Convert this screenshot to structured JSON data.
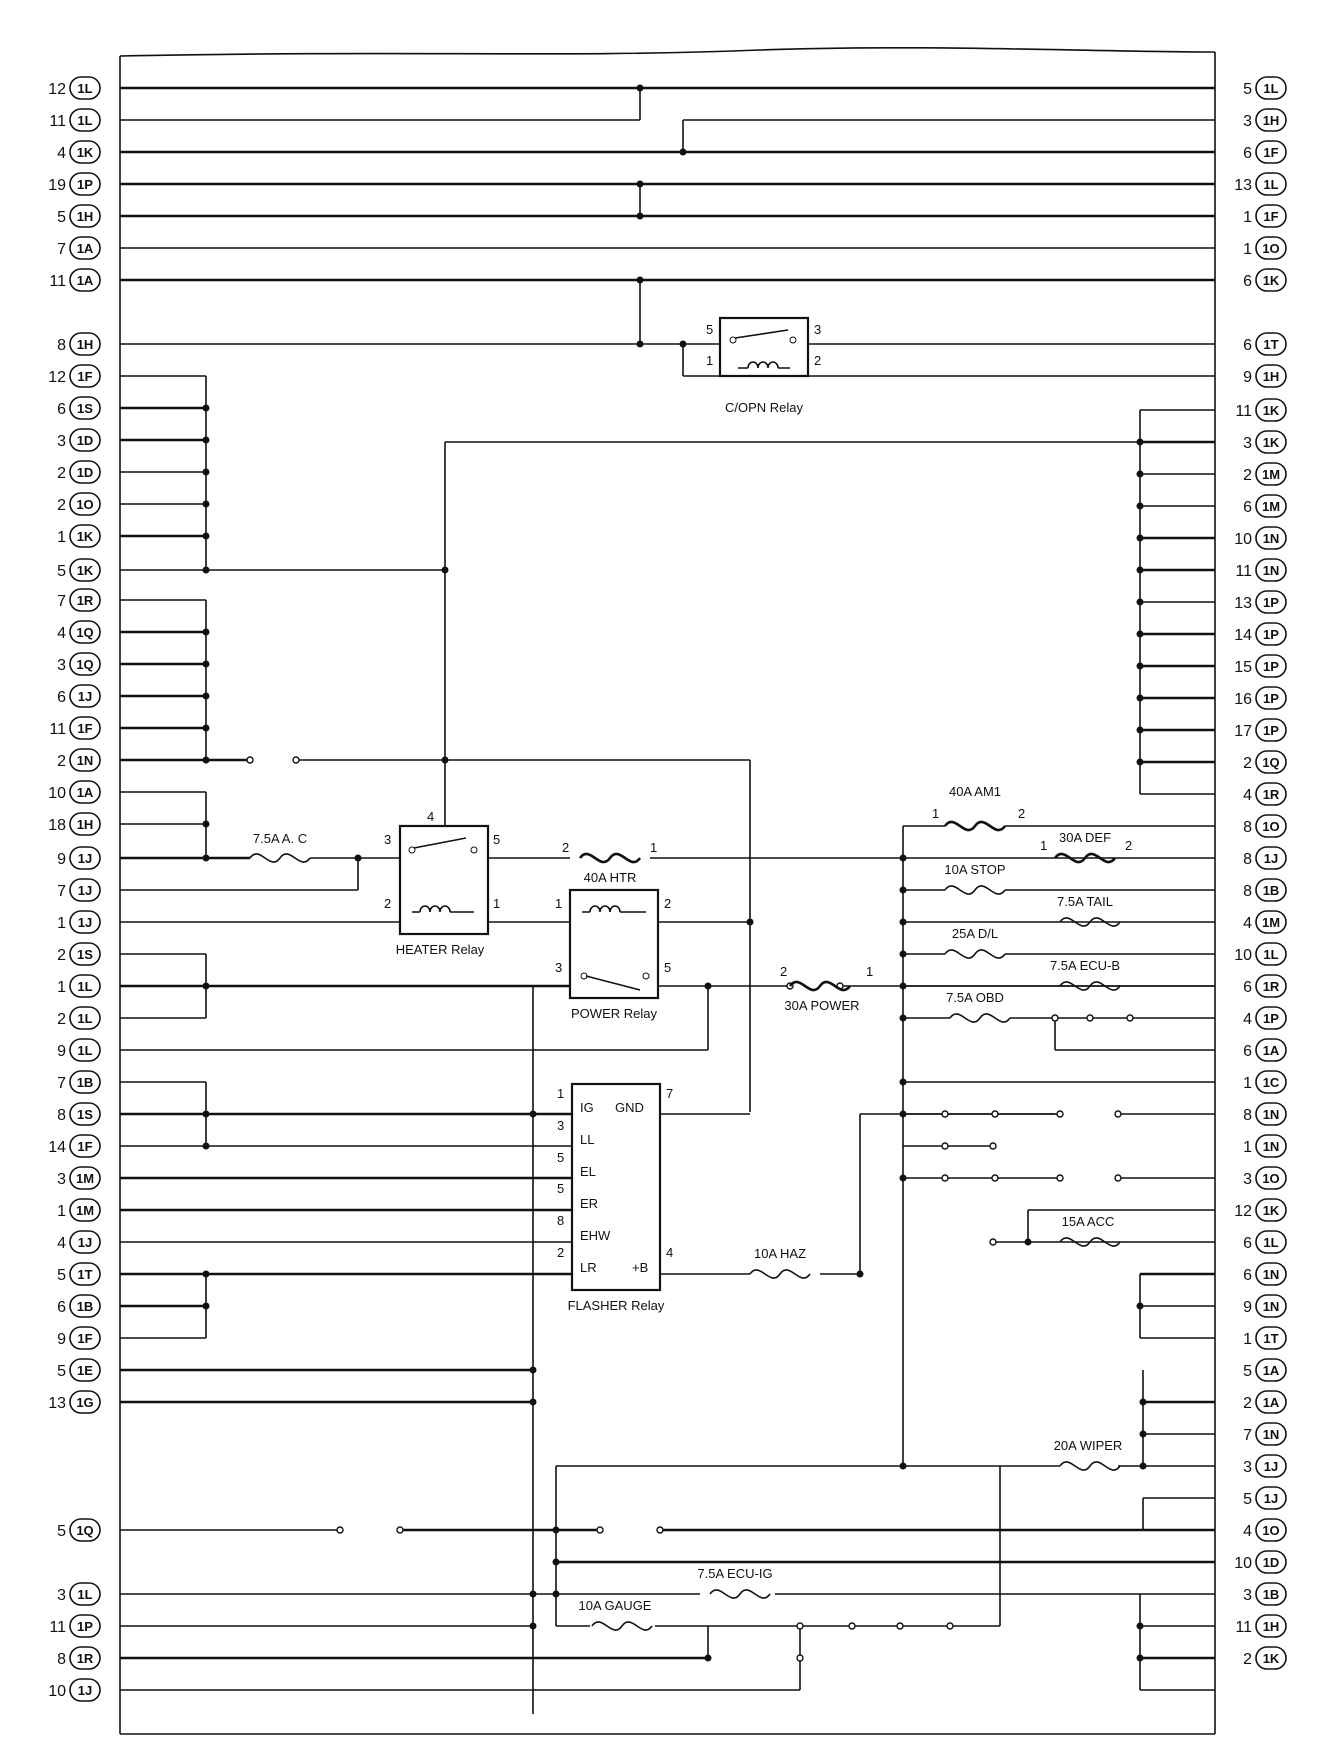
{
  "left_connectors": [
    {
      "pin": "12",
      "id": "1L"
    },
    {
      "pin": "11",
      "id": "1L"
    },
    {
      "pin": "4",
      "id": "1K"
    },
    {
      "pin": "19",
      "id": "1P"
    },
    {
      "pin": "5",
      "id": "1H"
    },
    {
      "pin": "7",
      "id": "1A"
    },
    {
      "pin": "11",
      "id": "1A"
    },
    {
      "pin": "8",
      "id": "1H"
    },
    {
      "pin": "12",
      "id": "1F"
    },
    {
      "pin": "6",
      "id": "1S"
    },
    {
      "pin": "3",
      "id": "1D"
    },
    {
      "pin": "2",
      "id": "1D"
    },
    {
      "pin": "2",
      "id": "1O"
    },
    {
      "pin": "1",
      "id": "1K"
    },
    {
      "pin": "5",
      "id": "1K"
    },
    {
      "pin": "7",
      "id": "1R"
    },
    {
      "pin": "4",
      "id": "1Q"
    },
    {
      "pin": "3",
      "id": "1Q"
    },
    {
      "pin": "6",
      "id": "1J"
    },
    {
      "pin": "11",
      "id": "1F"
    },
    {
      "pin": "2",
      "id": "1N"
    },
    {
      "pin": "10",
      "id": "1A"
    },
    {
      "pin": "18",
      "id": "1H"
    },
    {
      "pin": "9",
      "id": "1J"
    },
    {
      "pin": "7",
      "id": "1J"
    },
    {
      "pin": "1",
      "id": "1J"
    },
    {
      "pin": "2",
      "id": "1S"
    },
    {
      "pin": "1",
      "id": "1L"
    },
    {
      "pin": "2",
      "id": "1L"
    },
    {
      "pin": "9",
      "id": "1L"
    },
    {
      "pin": "7",
      "id": "1B"
    },
    {
      "pin": "8",
      "id": "1S"
    },
    {
      "pin": "14",
      "id": "1F"
    },
    {
      "pin": "3",
      "id": "1M"
    },
    {
      "pin": "1",
      "id": "1M"
    },
    {
      "pin": "4",
      "id": "1J"
    },
    {
      "pin": "5",
      "id": "1T"
    },
    {
      "pin": "6",
      "id": "1B"
    },
    {
      "pin": "9",
      "id": "1F"
    },
    {
      "pin": "5",
      "id": "1E"
    },
    {
      "pin": "13",
      "id": "1G"
    },
    {
      "pin": "5",
      "id": "1Q"
    },
    {
      "pin": "3",
      "id": "1L"
    },
    {
      "pin": "11",
      "id": "1P"
    },
    {
      "pin": "8",
      "id": "1R"
    },
    {
      "pin": "10",
      "id": "1J"
    }
  ],
  "right_connectors": [
    {
      "pin": "5",
      "id": "1L"
    },
    {
      "pin": "3",
      "id": "1H"
    },
    {
      "pin": "6",
      "id": "1F"
    },
    {
      "pin": "13",
      "id": "1L"
    },
    {
      "pin": "1",
      "id": "1F"
    },
    {
      "pin": "1",
      "id": "1O"
    },
    {
      "pin": "6",
      "id": "1K"
    },
    {
      "pin": "6",
      "id": "1T"
    },
    {
      "pin": "9",
      "id": "1H"
    },
    {
      "pin": "11",
      "id": "1K"
    },
    {
      "pin": "3",
      "id": "1K"
    },
    {
      "pin": "2",
      "id": "1M"
    },
    {
      "pin": "6",
      "id": "1M"
    },
    {
      "pin": "10",
      "id": "1N"
    },
    {
      "pin": "11",
      "id": "1N"
    },
    {
      "pin": "13",
      "id": "1P"
    },
    {
      "pin": "14",
      "id": "1P"
    },
    {
      "pin": "15",
      "id": "1P"
    },
    {
      "pin": "16",
      "id": "1P"
    },
    {
      "pin": "17",
      "id": "1P"
    },
    {
      "pin": "2",
      "id": "1Q"
    },
    {
      "pin": "4",
      "id": "1R"
    },
    {
      "pin": "8",
      "id": "1O"
    },
    {
      "pin": "8",
      "id": "1J"
    },
    {
      "pin": "8",
      "id": "1B"
    },
    {
      "pin": "4",
      "id": "1M"
    },
    {
      "pin": "10",
      "id": "1L"
    },
    {
      "pin": "6",
      "id": "1R"
    },
    {
      "pin": "4",
      "id": "1P"
    },
    {
      "pin": "6",
      "id": "1A"
    },
    {
      "pin": "1",
      "id": "1C"
    },
    {
      "pin": "8",
      "id": "1N"
    },
    {
      "pin": "1",
      "id": "1N"
    },
    {
      "pin": "3",
      "id": "1O"
    },
    {
      "pin": "12",
      "id": "1K"
    },
    {
      "pin": "6",
      "id": "1L"
    },
    {
      "pin": "6",
      "id": "1N"
    },
    {
      "pin": "9",
      "id": "1N"
    },
    {
      "pin": "1",
      "id": "1T"
    },
    {
      "pin": "5",
      "id": "1A"
    },
    {
      "pin": "2",
      "id": "1A"
    },
    {
      "pin": "7",
      "id": "1N"
    },
    {
      "pin": "3",
      "id": "1J"
    },
    {
      "pin": "5",
      "id": "1J"
    },
    {
      "pin": "4",
      "id": "1O"
    },
    {
      "pin": "10",
      "id": "1D"
    },
    {
      "pin": "3",
      "id": "1B"
    },
    {
      "pin": "11",
      "id": "1H"
    },
    {
      "pin": "2",
      "id": "1K"
    }
  ],
  "relays": {
    "copn": {
      "name": "C/OPN Relay",
      "pins": [
        "5",
        "3",
        "1",
        "2"
      ]
    },
    "heater": {
      "name": "HEATER Relay",
      "pins": [
        "3",
        "4",
        "5",
        "2",
        "1"
      ]
    },
    "power": {
      "name": "POWER Relay",
      "pins": [
        "1",
        "2",
        "3",
        "5"
      ]
    },
    "flasher": {
      "name": "FLASHER Relay",
      "pins": [
        "1",
        "3",
        "5",
        "5",
        "8",
        "2",
        "7",
        "4"
      ],
      "terminals": [
        "IG",
        "GND",
        "LL",
        "EL",
        "ER",
        "EHW",
        "LR",
        "+B"
      ]
    }
  },
  "fuses": [
    {
      "name": "7.5A A. C"
    },
    {
      "name": "40A HTR",
      "pins": [
        "2",
        "1"
      ]
    },
    {
      "name": "30A POWER",
      "pins": [
        "2",
        "1"
      ]
    },
    {
      "name": "40A AM1",
      "pins": [
        "1",
        "2"
      ]
    },
    {
      "name": "30A DEF",
      "pins": [
        "1",
        "2"
      ]
    },
    {
      "name": "10A STOP"
    },
    {
      "name": "7.5A TAIL"
    },
    {
      "name": "25A D/L"
    },
    {
      "name": "7.5A ECU-B"
    },
    {
      "name": "7.5A OBD"
    },
    {
      "name": "15A ACC"
    },
    {
      "name": "10A HAZ"
    },
    {
      "name": "20A WIPER"
    },
    {
      "name": "7.5A ECU-IG"
    },
    {
      "name": "10A GAUGE"
    }
  ]
}
